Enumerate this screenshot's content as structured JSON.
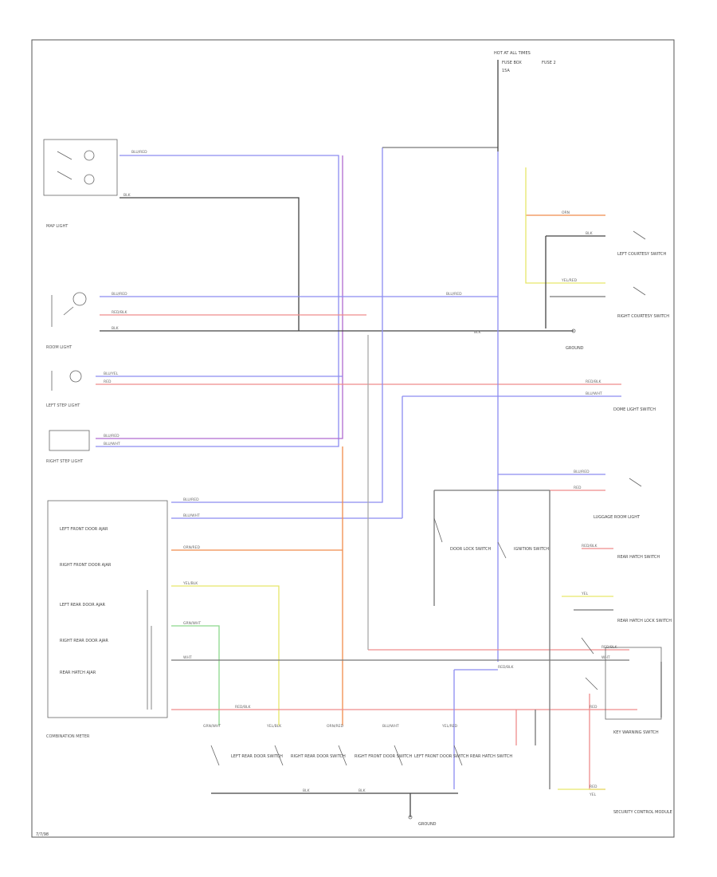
{
  "colors": {
    "blue": "#8c8cf0",
    "red": "#ef8c8c",
    "orange": "#f08c4c",
    "yellow": "#e6e66a",
    "green": "#8cd88c",
    "purple": "#b06ad0",
    "black": "#444444",
    "gray": "#9a9a9a",
    "border": "#555555"
  },
  "header": {
    "fuse_top": "HOT AT ALL TIMES",
    "fuse_box": "FUSE BOX",
    "fuse_rating": "15A",
    "fuse_right": "FUSE 2"
  },
  "components": {
    "map_light": "MAP LIGHT",
    "room_light": "ROOM LIGHT",
    "left_step_light": "LEFT STEP LIGHT",
    "right_step_light": "RIGHT STEP LIGHT",
    "combination_meter": "COMBINATION METER",
    "meter_left_front": "LEFT FRONT DOOR AJAR",
    "meter_right_front": "RIGHT FRONT DOOR AJAR",
    "meter_left_rear": "LEFT REAR DOOR AJAR",
    "meter_right_rear": "RIGHT REAR DOOR AJAR",
    "meter_rear_hatch": "REAR HATCH AJAR",
    "left_courtesy_switch": "LEFT COURTESY SWITCH",
    "right_courtesy_switch": "RIGHT COURTESY SWITCH",
    "dome_light_switch": "DOME LIGHT SWITCH",
    "luggage_room_light": "LUGGAGE ROOM LIGHT",
    "rear_hatch_switch": "REAR HATCH SWITCH",
    "rear_hatch_lock_switch": "REAR HATCH LOCK SWITCH",
    "key_warning_switch": "KEY WARNING SWITCH",
    "security_control": "SECURITY CONTROL MODULE",
    "ground_top": "GROUND",
    "ground_bottom": "GROUND",
    "door_lock_switch": "DOOR LOCK SWITCH",
    "left_rear_door": "LEFT REAR DOOR SWITCH",
    "right_rear_door": "RIGHT REAR DOOR SWITCH",
    "right_front_door": "RIGHT FRONT DOOR SWITCH",
    "left_front_door": "LEFT FRONT DOOR SWITCH",
    "rear_hatch_bottom": "REAR HATCH SWITCH",
    "ignition_switch": "IGNITION SWITCH",
    "footer_code": "7/7/98"
  },
  "wires": {
    "blu_red": "BLU/RED",
    "blu_yel": "BLU/YEL",
    "blu_wht": "BLU/WHT",
    "red_blk": "RED/BLK",
    "orn_red": "ORN/RED",
    "yel_blk": "YEL/BLK",
    "yel_red": "YEL/RED",
    "grn_wht": "GRN/WHT",
    "blk": "BLK",
    "wht": "WHT",
    "red": "RED",
    "yel": "YEL",
    "orn": "ORN"
  }
}
